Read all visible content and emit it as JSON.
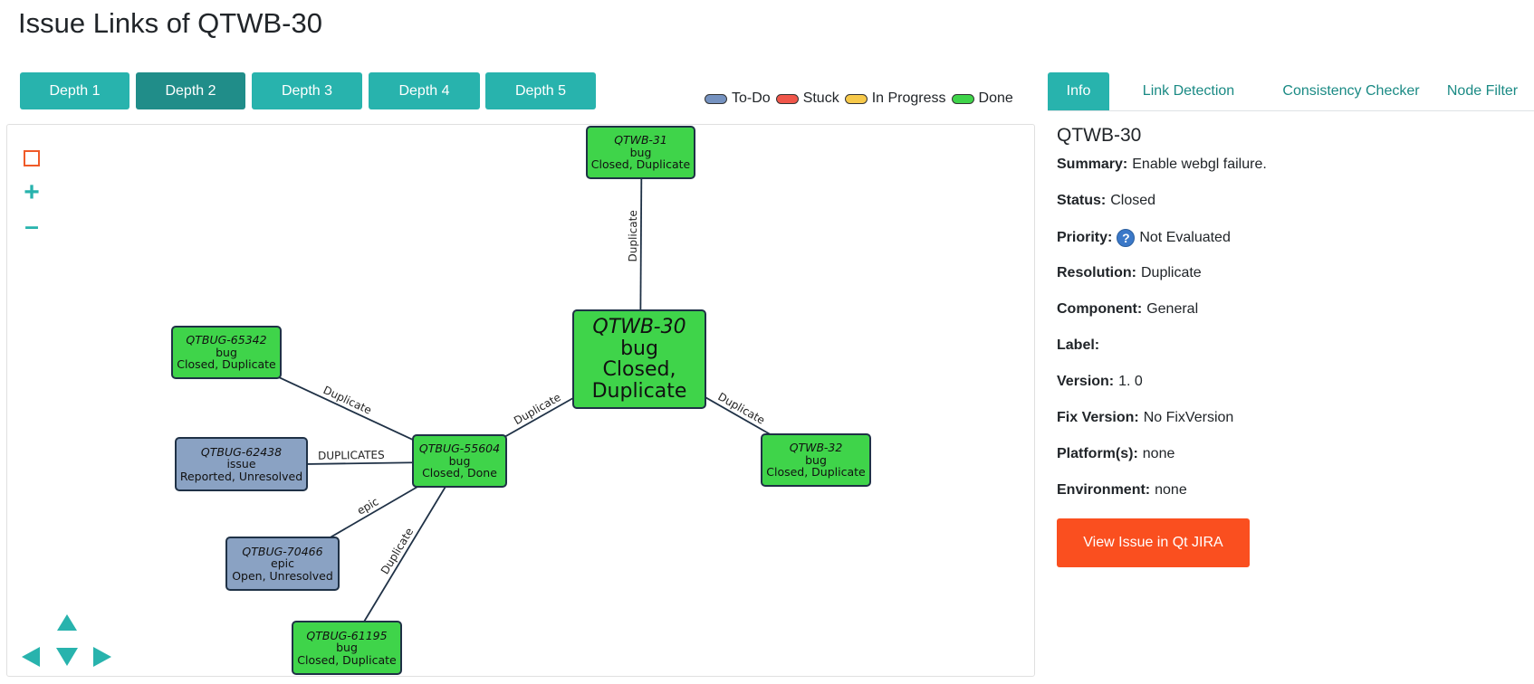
{
  "page": {
    "title": "Issue Links of QTWB-30"
  },
  "depth_buttons": [
    {
      "label": "Depth 1",
      "active": false
    },
    {
      "label": "Depth 2",
      "active": true
    },
    {
      "label": "Depth 3",
      "active": false
    },
    {
      "label": "Depth 4",
      "active": false
    },
    {
      "label": "Depth 5",
      "active": false
    }
  ],
  "legend": [
    {
      "label": "To-Do",
      "color": "#7592c0"
    },
    {
      "label": "Stuck",
      "color": "#f0564a"
    },
    {
      "label": "In Progress",
      "color": "#f7c94a"
    },
    {
      "label": "Done",
      "color": "#3fd44a"
    }
  ],
  "graph": {
    "nodes": [
      {
        "key": "qtwb30",
        "id": "QTWB-30",
        "type": "bug",
        "status": "Closed,",
        "status2": "Duplicate",
        "state": "done"
      },
      {
        "key": "qtwb31",
        "id": "QTWB-31",
        "type": "bug",
        "status": "Closed, Duplicate",
        "state": "done"
      },
      {
        "key": "qtwb32",
        "id": "QTWB-32",
        "type": "bug",
        "status": "Closed, Duplicate",
        "state": "done"
      },
      {
        "key": "qtbug55604",
        "id": "QTBUG-55604",
        "type": "bug",
        "status": "Closed, Done",
        "state": "done"
      },
      {
        "key": "qtbug65342",
        "id": "QTBUG-65342",
        "type": "bug",
        "status": "Closed, Duplicate",
        "state": "done"
      },
      {
        "key": "qtbug62438",
        "id": "QTBUG-62438",
        "type": "issue",
        "status": "Reported, Unresolved",
        "state": "todo"
      },
      {
        "key": "qtbug70466",
        "id": "QTBUG-70466",
        "type": "epic",
        "status": "Open, Unresolved",
        "state": "todo"
      },
      {
        "key": "qtbug61195",
        "id": "QTBUG-61195",
        "type": "bug",
        "status": "Closed, Duplicate",
        "state": "done"
      }
    ],
    "edges": [
      {
        "from": "qtwb30",
        "to": "qtwb31",
        "label": "Duplicate"
      },
      {
        "from": "qtwb30",
        "to": "qtwb32",
        "label": "Duplicate"
      },
      {
        "from": "qtwb30",
        "to": "qtbug55604",
        "label": "Duplicate"
      },
      {
        "from": "qtbug55604",
        "to": "qtbug65342",
        "label": "Duplicate"
      },
      {
        "from": "qtbug55604",
        "to": "qtbug62438",
        "label": "DUPLICATES"
      },
      {
        "from": "qtbug55604",
        "to": "qtbug70466",
        "label": "epic"
      },
      {
        "from": "qtbug55604",
        "to": "qtbug61195",
        "label": "Duplicate"
      }
    ],
    "controls": {
      "fit_icon": "square-outline-icon",
      "zoom_in": "+",
      "zoom_out": "–",
      "accent_color": "#28b3ad",
      "fit_color": "#f05a28"
    }
  },
  "tabs": [
    {
      "label": "Info",
      "active": true
    },
    {
      "label": "Link Detection",
      "active": false
    },
    {
      "label": "Consistency Checker",
      "active": false
    },
    {
      "label": "Node Filter",
      "active": false
    }
  ],
  "info": {
    "title": "QTWB-30",
    "rows": [
      {
        "label": "Summary:",
        "value": "Enable webgl failure."
      },
      {
        "label": "Status:",
        "value": "Closed"
      },
      {
        "label": "Priority:",
        "value": "Not Evaluated",
        "icon": "?"
      },
      {
        "label": "Resolution:",
        "value": "Duplicate"
      },
      {
        "label": "Component:",
        "value": "General"
      },
      {
        "label": "Label:",
        "value": ""
      },
      {
        "label": "Version:",
        "value": "1. 0"
      },
      {
        "label": "Fix Version:",
        "value": "No FixVersion"
      },
      {
        "label": "Platform(s):",
        "value": "none"
      },
      {
        "label": "Environment:",
        "value": "none"
      }
    ],
    "jira_button": "View Issue in Qt JIRA"
  }
}
